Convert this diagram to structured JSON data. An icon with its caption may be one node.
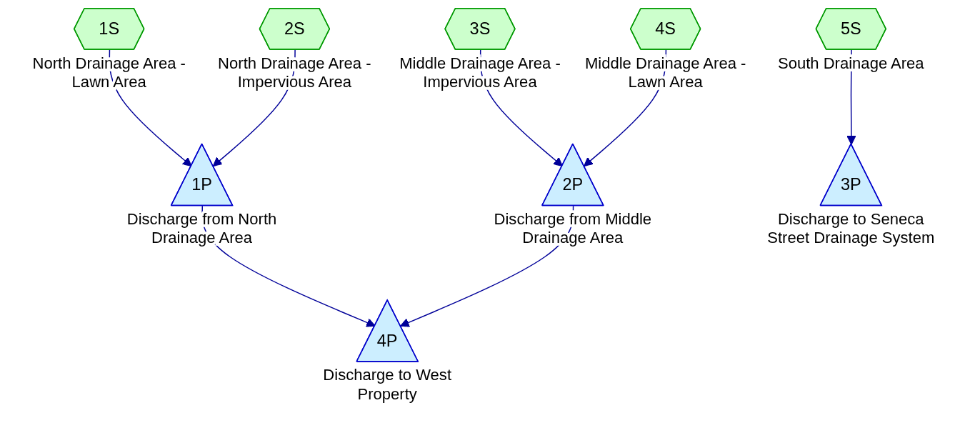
{
  "diagram": {
    "nodes": [
      {
        "text": [
          "1S"
        ],
        "beside": [
          "North Drainage Area - Lawn Area"
        ]
      },
      {
        "text": [
          "2S"
        ],
        "beside": [
          "North Drainage Area - Impervious Area"
        ]
      },
      {
        "text": [
          "3S"
        ],
        "beside": [
          "Middle Drainage Area - Impervious Area"
        ]
      },
      {
        "text": [
          "4S"
        ],
        "beside": [
          "Middle Drainage Area - Lawn Area"
        ]
      },
      {
        "text": [
          "5S"
        ],
        "beside": [
          "South Drainage Area"
        ]
      },
      {
        "text": [
          "1P"
        ],
        "beside": [
          "Discharge from North Drainage Area"
        ]
      },
      {
        "text": [
          "2P"
        ],
        "beside": [
          "Discharge from Middle Drainage Area"
        ]
      },
      {
        "text": [
          "3P"
        ],
        "beside": [
          "Discharge to Seneca Street Drainage System"
        ]
      },
      {
        "text": [
          "4P"
        ],
        "beside": [
          "Discharge to West Property"
        ]
      }
    ],
    "edges": [
      {
        "from": 0,
        "to": 5,
        "arrow": "to"
      },
      {
        "from": 1,
        "to": 5,
        "arrow": "to"
      },
      {
        "from": 2,
        "to": 6,
        "arrow": "to"
      },
      {
        "from": 3,
        "to": 6,
        "arrow": "to"
      },
      {
        "from": 4,
        "to": 7,
        "arrow": "to"
      },
      {
        "from": 5,
        "to": 8,
        "arrow": "to"
      },
      {
        "from": 6,
        "to": 8,
        "arrow": "to"
      }
    ]
  }
}
